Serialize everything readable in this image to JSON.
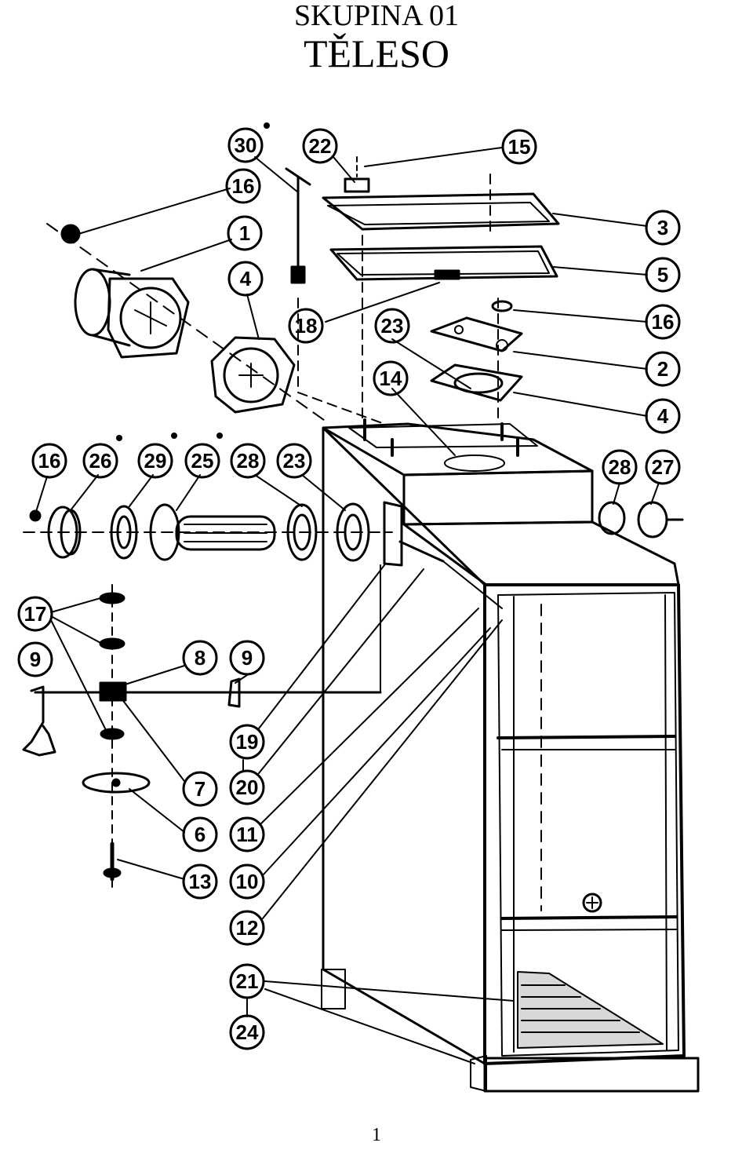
{
  "header": {
    "group": "SKUPINA 01",
    "title": "TĚLESO"
  },
  "footer": {
    "page_number": "1"
  },
  "callouts": {
    "c30": "30",
    "c22": "22",
    "c15": "15",
    "c16a": "16",
    "c1": "1",
    "c3": "3",
    "c4a": "4",
    "c5": "5",
    "c18": "18",
    "c23a": "23",
    "c16b": "16",
    "c2": "2",
    "c14": "14",
    "c4b": "4",
    "c16c": "16",
    "c26": "26",
    "c29": "29",
    "c25": "25",
    "c28a": "28",
    "c23b": "23",
    "c28b": "28",
    "c27": "27",
    "c17": "17",
    "c8": "8",
    "c9a": "9",
    "c9b": "9",
    "c19": "19",
    "c20": "20",
    "c7": "7",
    "c6": "6",
    "c11": "11",
    "c13": "13",
    "c10": "10",
    "c12": "12",
    "c21": "21",
    "c24": "24"
  }
}
